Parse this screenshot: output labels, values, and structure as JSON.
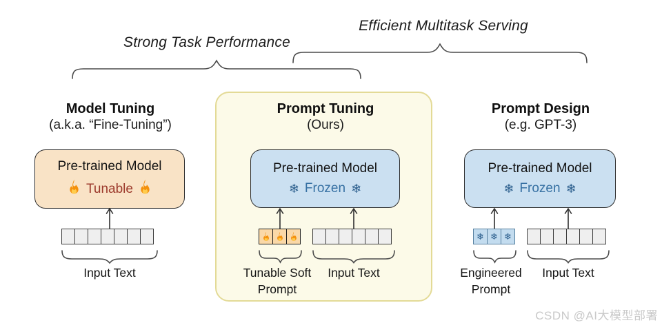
{
  "figure": {
    "top_annotations": {
      "strong_task": "Strong Task Performance",
      "efficient_serving": "Efficient Multitask Serving"
    },
    "columns": {
      "model_tuning": {
        "title": "Model Tuning",
        "subtitle": "(a.k.a. “Fine-Tuning”)",
        "box_line1": "Pre-trained Model",
        "box_line2": "Tunable",
        "input_cells": 7,
        "input_label": "Input Text"
      },
      "prompt_tuning": {
        "title": "Prompt Tuning",
        "subtitle": "(Ours)",
        "box_line1": "Pre-trained Model",
        "box_line2": "Frozen",
        "snowflake_glyph": "❄",
        "soft_prompt_cells": 3,
        "soft_prompt_label_line1": "Tunable Soft",
        "soft_prompt_label_line2": "Prompt",
        "input_cells": 6,
        "input_label": "Input Text"
      },
      "prompt_design": {
        "title": "Prompt Design",
        "subtitle": "(e.g. GPT-3)",
        "box_line1": "Pre-trained Model",
        "box_line2": "Frozen",
        "snowflake_glyph": "❄",
        "engineered_prompt_cells": 3,
        "engineered_prompt_label_line1": "Engineered",
        "engineered_prompt_label_line2": "Prompt",
        "input_cells": 6,
        "input_label": "Input Text"
      }
    },
    "colors": {
      "tunable_box_fill": "#F9E3C6",
      "frozen_box_fill": "#CBE0F1",
      "tunable_text": "#9C392B",
      "frozen_text": "#3771A3",
      "yellow_panel_fill": "#FCFAE8",
      "yellow_panel_border": "#E3DA96",
      "fire_cell_fill": "#FAD8A8",
      "snow_cell_fill": "#C3DCEF",
      "gray_cell_fill": "#EFEFEF"
    },
    "watermark": "CSDN @AI大模型部署"
  }
}
